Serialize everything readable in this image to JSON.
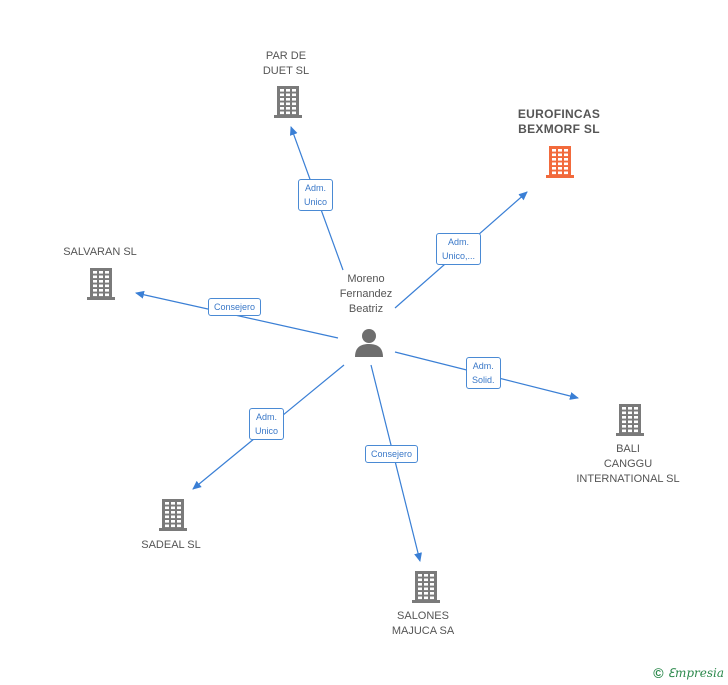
{
  "colors": {
    "edge": "#3a7fd5",
    "building_default": "#7a7a7a",
    "building_highlight": "#f26a3c",
    "person": "#6e6e6e",
    "badge_border": "#4a8ad4",
    "brand": "#2d8a4d"
  },
  "center": {
    "name": "Moreno\nFernandez\nBeatriz",
    "icon": "person-icon"
  },
  "nodes": [
    {
      "id": "par-de-duet",
      "name": "PAR DE\nDUET SL",
      "icon": "building-icon",
      "highlight": false,
      "edge_label": "Adm.\nUnico"
    },
    {
      "id": "eurofincas",
      "name": "EUROFINCAS\nBEXMORF  SL",
      "icon": "building-icon",
      "highlight": true,
      "edge_label": "Adm.\nUnico,..."
    },
    {
      "id": "salvaran",
      "name": "SALVARAN  SL",
      "icon": "building-icon",
      "highlight": false,
      "edge_label": "Consejero"
    },
    {
      "id": "bali-canggu",
      "name": "BALI\nCANGGU\nINTERNATIONAL SL",
      "icon": "building-icon",
      "highlight": false,
      "edge_label": "Adm.\nSolid."
    },
    {
      "id": "sadeal",
      "name": "SADEAL SL",
      "icon": "building-icon",
      "highlight": false,
      "edge_label": "Adm.\nUnico"
    },
    {
      "id": "salones-majuca",
      "name": "SALONES\nMAJUCA SA",
      "icon": "building-icon",
      "highlight": false,
      "edge_label": "Consejero"
    }
  ],
  "footer": {
    "copyright_symbol": "©",
    "brand": "ℇmpresia"
  }
}
